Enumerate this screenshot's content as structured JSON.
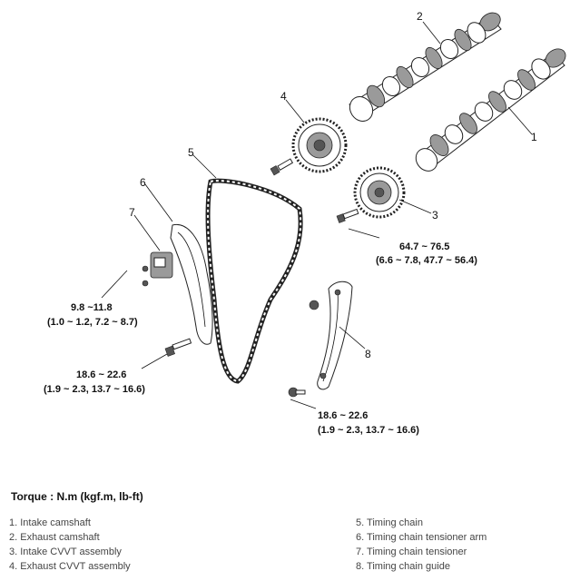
{
  "callouts": {
    "c1": "1",
    "c2": "2",
    "c3": "3",
    "c4": "4",
    "c5": "5",
    "c6": "6",
    "c7": "7",
    "c8": "8"
  },
  "torque_specs": {
    "intake_cvvt": {
      "line1": "64.7 ~ 76.5",
      "line2": "(6.6 ~ 7.8, 47.7 ~ 56.4)"
    },
    "tensioner": {
      "line1": "9.8 ~11.8",
      "line2": "(1.0 ~ 1.2, 7.2 ~ 8.7)"
    },
    "tensioner_arm": {
      "line1": "18.6 ~ 22.6",
      "line2": "(1.9 ~ 2.3, 13.7 ~ 16.6)"
    },
    "chain_guide": {
      "line1": "18.6 ~ 22.6",
      "line2": "(1.9 ~ 2.3, 13.7 ~ 16.6)"
    }
  },
  "torque_heading": "Torque : N.m (kgf.m, lb-ft)",
  "legend": {
    "left": [
      "1. Intake camshaft",
      "2. Exhaust camshaft",
      "3. Intake CVVT assembly",
      "4. Exhaust CVVT assembly"
    ],
    "right": [
      "5. Timing chain",
      "6. Timing chain tensioner arm",
      "7. Timing chain tensioner",
      "8. Timing chain guide"
    ]
  }
}
